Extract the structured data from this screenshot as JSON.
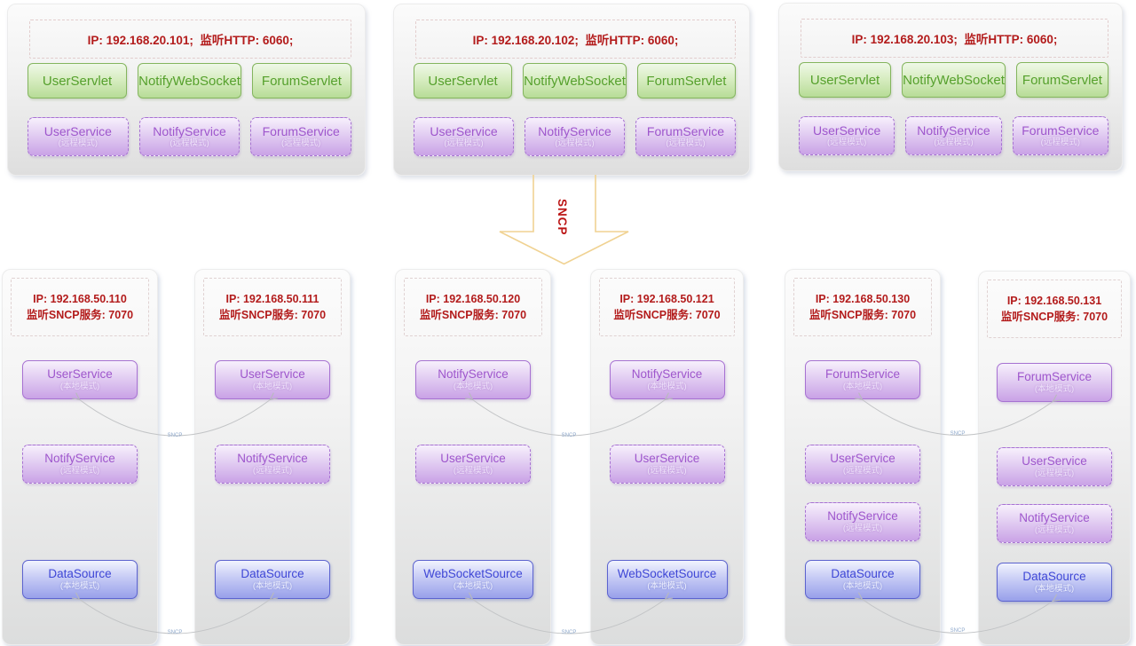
{
  "top_servers": [
    {
      "ip": "IP: 192.168.20.101;  监听HTTP: 6060;",
      "servlets": [
        "UserServlet",
        "NotifyWebSocket",
        "ForumServlet"
      ],
      "services": [
        {
          "name": "UserService",
          "mode": "(远程模式)"
        },
        {
          "name": "NotifyService",
          "mode": "(远程模式)"
        },
        {
          "name": "ForumService",
          "mode": "(远程模式)"
        }
      ]
    },
    {
      "ip": "IP: 192.168.20.102;  监听HTTP: 6060;",
      "servlets": [
        "UserServlet",
        "NotifyWebSocket",
        "ForumServlet"
      ],
      "services": [
        {
          "name": "UserService",
          "mode": "(远程模式)"
        },
        {
          "name": "NotifyService",
          "mode": "(远程模式)"
        },
        {
          "name": "ForumService",
          "mode": "(远程模式)"
        }
      ]
    },
    {
      "ip": "IP: 192.168.20.103;  监听HTTP: 6060;",
      "servlets": [
        "UserServlet",
        "NotifyWebSocket",
        "ForumServlet"
      ],
      "services": [
        {
          "name": "UserService",
          "mode": "(远程模式)"
        },
        {
          "name": "NotifyService",
          "mode": "(远程模式)"
        },
        {
          "name": "ForumService",
          "mode": "(远程模式)"
        }
      ]
    }
  ],
  "sncp_arrow": {
    "label": "SNCP"
  },
  "links": {
    "label": "SNCP"
  },
  "sncp_nodes": [
    {
      "ip_line1": "IP: 192.168.50.110",
      "ip_line2": "监听SNCP服务: 7070",
      "services": [
        {
          "name": "UserService",
          "mode": "(本地模式)"
        },
        {
          "name": "NotifyService",
          "mode": "(远程模式)"
        },
        {
          "name": "DataSource",
          "mode": "(本地模式)"
        }
      ]
    },
    {
      "ip_line1": "IP: 192.168.50.111",
      "ip_line2": "监听SNCP服务: 7070",
      "services": [
        {
          "name": "UserService",
          "mode": "(本地模式)"
        },
        {
          "name": "NotifyService",
          "mode": "(远程模式)"
        },
        {
          "name": "DataSource",
          "mode": "(本地模式)"
        }
      ]
    },
    {
      "ip_line1": "IP: 192.168.50.120",
      "ip_line2": "监听SNCP服务: 7070",
      "services": [
        {
          "name": "NotifyService",
          "mode": "(本地模式)"
        },
        {
          "name": "UserService",
          "mode": "(远程模式)"
        },
        {
          "name": "WebSocketSource",
          "mode": "(本地模式)"
        }
      ]
    },
    {
      "ip_line1": "IP: 192.168.50.121",
      "ip_line2": "监听SNCP服务: 7070",
      "services": [
        {
          "name": "NotifyService",
          "mode": "(本地模式)"
        },
        {
          "name": "UserService",
          "mode": "(远程模式)"
        },
        {
          "name": "WebSocketSource",
          "mode": "(本地模式)"
        }
      ]
    },
    {
      "ip_line1": "IP: 192.168.50.130",
      "ip_line2": "监听SNCP服务: 7070",
      "services": [
        {
          "name": "ForumService",
          "mode": "(本地模式)"
        },
        {
          "name": "UserService",
          "mode": "(远程模式)"
        },
        {
          "name": "NotifyService",
          "mode": "(远程模式)"
        },
        {
          "name": "DataSource",
          "mode": "(本地模式)"
        }
      ]
    },
    {
      "ip_line1": "IP: 192.168.50.131",
      "ip_line2": "监听SNCP服务: 7070",
      "services": [
        {
          "name": "ForumService",
          "mode": "(本地模式)"
        },
        {
          "name": "UserService",
          "mode": "(远程模式)"
        },
        {
          "name": "NotifyService",
          "mode": "(远程模式)"
        },
        {
          "name": "DataSource",
          "mode": "(本地模式)"
        }
      ]
    }
  ],
  "colors": {
    "ip_text": "#b31b1b",
    "servlet_green": "#55a02c",
    "service_purple": "#9e56cc",
    "source_blue": "#3f47d6",
    "arrow_outline": "#f0d292",
    "link_gray": "#c2c4c6"
  }
}
